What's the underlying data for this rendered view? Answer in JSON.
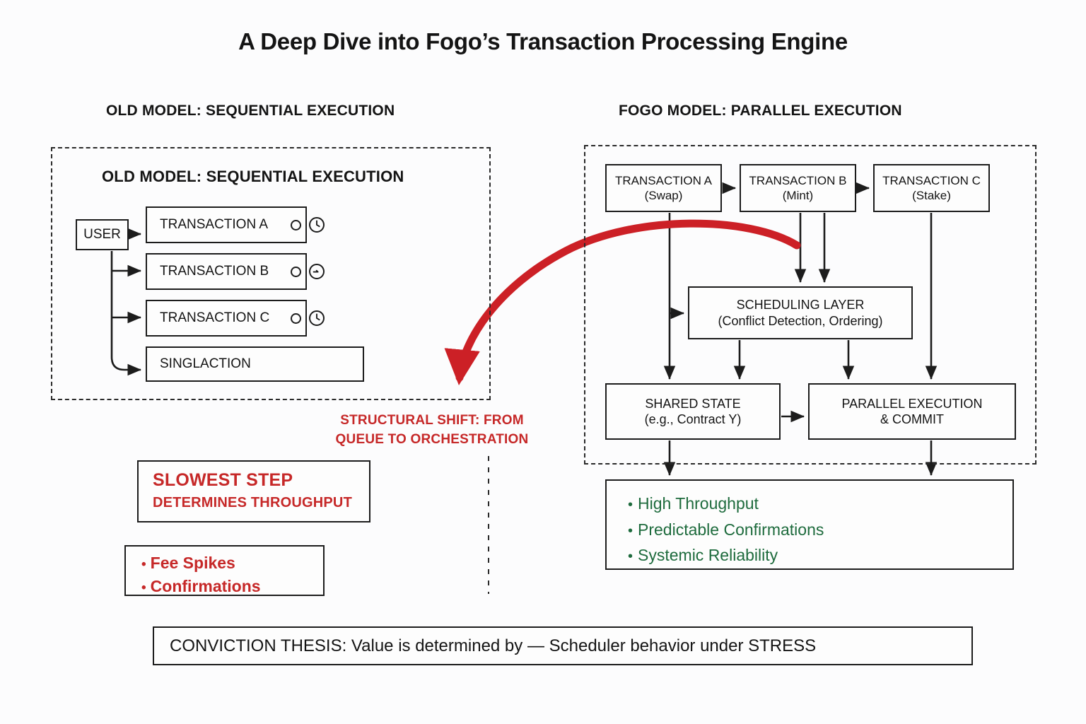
{
  "title": "A Deep Dive into Fogo’s Transaction Processing Engine",
  "colors": {
    "accent_red": "#c62828",
    "accent_green": "#1e6b3d",
    "ink": "#141414",
    "background": "#fcfcfd"
  },
  "headers": {
    "old_model": "OLD MODEL: SEQUENTIAL EXECUTION",
    "fogo_model": "FOGO MODEL: PARALLEL EXECUTION"
  },
  "left_panel": {
    "inner_title": "OLD MODEL: SEQUENTIAL EXECUTION",
    "user_label": "USER",
    "transactions": [
      {
        "label": "TRANSACTION A",
        "status_icon": "circle-icon",
        "timing_icon": "clock-icon"
      },
      {
        "label": "TRANSACTION B",
        "status_icon": "circle-icon",
        "timing_icon": "clock-icon"
      },
      {
        "label": "TRANSACTION C",
        "status_icon": "circle-icon",
        "timing_icon": "clock-icon"
      }
    ],
    "single_action": "SINGLACTION"
  },
  "right_panel": {
    "transactions": [
      {
        "title": "TRANSACTION A",
        "subtitle": "(Swap)"
      },
      {
        "title": "TRANSACTION B",
        "subtitle": "(Mint)"
      },
      {
        "title": "TRANSACTION C",
        "subtitle": "(Stake)"
      }
    ],
    "scheduling": {
      "title": "SCHEDULING LAYER",
      "subtitle": "(Conflict Detection, Ordering)"
    },
    "shared_state": {
      "title": "SHARED STATE",
      "subtitle": "(e.g., Contract Y)"
    },
    "parallel_execution": {
      "title": "PARALLEL EXECUTION",
      "subtitle": "& COMMIT"
    },
    "benefits": [
      "High Throughput",
      "Predictable Confirmations",
      "Systemic Reliability"
    ]
  },
  "callout": {
    "line1": "STRUCTURAL SHIFT: FROM",
    "line2": "QUEUE TO ORCHESTRATION"
  },
  "slowest_step": {
    "line1": "SLOWEST STEP",
    "line2": "DETERMINES THROUGHPUT"
  },
  "pain_points": [
    "Fee Spikes",
    "Confirmations"
  ],
  "thesis": "CONVICTION THESIS: Value is determined by — Scheduler behavior under STRESS"
}
